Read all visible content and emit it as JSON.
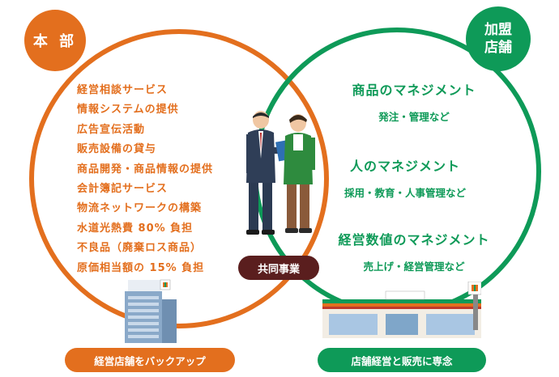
{
  "headquarters": {
    "badge": "本 部",
    "services": [
      "経営相談サービス",
      "情報システムの提供",
      "広告宣伝活動",
      "販売設備の貸与",
      "商品開発・商品情報の提供",
      "会計簿記サービス",
      "物流ネットワークの構築",
      "水道光熱費 80% 負担",
      "不良品（廃棄ロス商品）",
      "原価相当額の 15% 負担"
    ],
    "footer": "経営店舗をバックアップ"
  },
  "franchise": {
    "badge_line1": "加盟",
    "badge_line2": "店舗",
    "blocks": [
      {
        "title": "商品のマネジメント",
        "sub": "発注・管理など"
      },
      {
        "title": "人のマネジメント",
        "sub": "採用・教育・人事管理など"
      },
      {
        "title": "経営数値のマネジメント",
        "sub": "売上げ・経営管理など"
      }
    ],
    "footer": "店舗経営と販売に専念"
  },
  "joint_label": "共同事業",
  "colors": {
    "headquarters": "#e36f1e",
    "franchise": "#0e9a58",
    "joint": "#5a1e1e"
  }
}
